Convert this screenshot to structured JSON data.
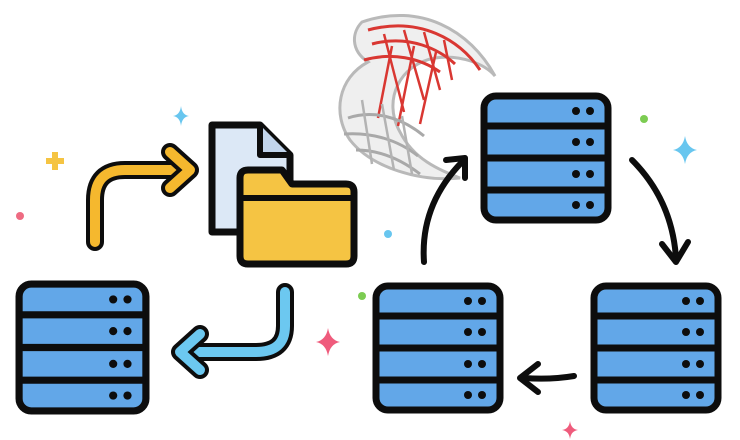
{
  "diagram": {
    "colors": {
      "server_fill": "#62a7e8",
      "server_outline": "#0d0d0d",
      "folder_fill": "#f5c443",
      "document_fill": "#dce8f6",
      "arrow_yellow": "#f5b82e",
      "arrow_blue": "#6cc8f0",
      "arrow_dark": "#0d0d0d",
      "logo_red": "#d93732",
      "logo_grey": "#a9a9a9",
      "sparkle_yellow": "#f5c443",
      "sparkle_blue": "#68c6ef",
      "sparkle_pink": "#ef5b7c",
      "dot_green": "#7ccc52",
      "dot_pink": "#ee6b82"
    },
    "icons": [
      "server-rack-icon",
      "file-folder-icon",
      "sql-server-logo",
      "curved-arrow-icon",
      "sparkle-icon"
    ],
    "nodes": [
      {
        "id": "source-server",
        "icon": "server-rack-icon"
      },
      {
        "id": "backup-files",
        "icon": "file-folder-icon"
      },
      {
        "id": "server-top",
        "icon": "server-rack-icon"
      },
      {
        "id": "server-right",
        "icon": "server-rack-icon"
      },
      {
        "id": "server-middle",
        "icon": "server-rack-icon"
      }
    ],
    "edges": [
      {
        "from": "source-server",
        "to": "backup-files",
        "color": "arrow_yellow"
      },
      {
        "from": "backup-files",
        "to": "source-server",
        "color": "arrow_blue"
      },
      {
        "from": "server-top",
        "to": "server-right",
        "color": "arrow_dark"
      },
      {
        "from": "server-right",
        "to": "server-middle",
        "color": "arrow_dark"
      },
      {
        "from": "server-middle",
        "to": "server-top",
        "color": "arrow_dark"
      }
    ]
  }
}
